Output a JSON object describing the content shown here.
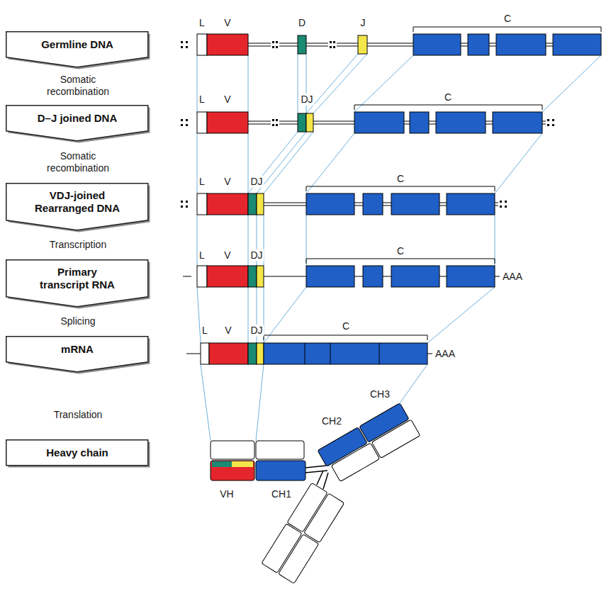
{
  "diagram": {
    "nodes": [
      {
        "text": [
          "Germline DNA"
        ]
      },
      {
        "text": [
          "D–J joined DNA"
        ]
      },
      {
        "text": [
          "VDJ-joined Rearranged DNA"
        ]
      },
      {
        "text": [
          "Primary transcript RNA"
        ]
      },
      {
        "text": [
          "mRNA"
        ]
      },
      {
        "text": [
          "Heavy chain"
        ]
      }
    ],
    "labels": [
      "Somatic recombination",
      "Somatic recombination",
      "Transcription",
      "Splicing",
      "Translation",
      "L",
      "V",
      "D",
      "J",
      "C",
      "L",
      "V",
      "DJ",
      "C",
      "L",
      "V",
      "DJ",
      "C",
      "L",
      "V",
      "DJ",
      "C",
      "AAA",
      "L",
      "V",
      "DJ",
      "C",
      "AAA",
      "CH3",
      "CH2",
      "VH",
      "CH1"
    ]
  }
}
